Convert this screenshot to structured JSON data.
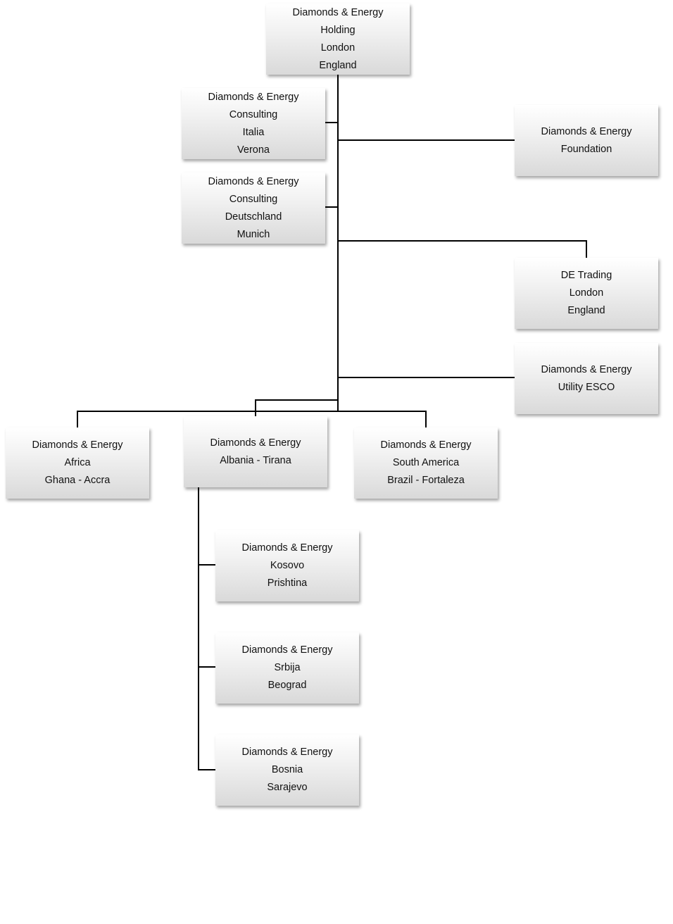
{
  "nodes": {
    "holding": {
      "lines": [
        "Diamonds & Energy",
        "Holding",
        "London",
        "England"
      ]
    },
    "consulting_italia": {
      "lines": [
        "Diamonds & Energy",
        "Consulting",
        "Italia",
        "Verona"
      ]
    },
    "consulting_deutschland": {
      "lines": [
        "Diamonds & Energy",
        "Consulting",
        "Deutschland",
        "Munich"
      ]
    },
    "foundation": {
      "lines": [
        "Diamonds & Energy",
        "Foundation"
      ]
    },
    "de_trading": {
      "lines": [
        "DE Trading",
        "London",
        "England"
      ]
    },
    "utility_esco": {
      "lines": [
        "Diamonds & Energy",
        "Utility ESCO"
      ]
    },
    "africa": {
      "lines": [
        "Diamonds & Energy",
        "Africa",
        "Ghana - Accra"
      ]
    },
    "albania": {
      "lines": [
        "Diamonds & Energy",
        "Albania - Tirana"
      ]
    },
    "south_america": {
      "lines": [
        "Diamonds & Energy",
        "South America",
        "Brazil - Fortaleza"
      ]
    },
    "kosovo": {
      "lines": [
        "Diamonds & Energy",
        "Kosovo",
        "Prishtina"
      ]
    },
    "srbija": {
      "lines": [
        "Diamonds & Energy",
        "Srbija",
        "Beograd"
      ]
    },
    "bosnia": {
      "lines": [
        "Diamonds & Energy",
        "Bosnia",
        "Sarajevo"
      ]
    }
  }
}
